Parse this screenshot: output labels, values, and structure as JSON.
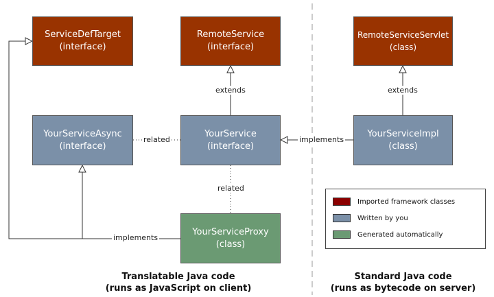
{
  "colors": {
    "framework": "#993300",
    "user": "#7b90a8",
    "generated": "#6b9a73",
    "line": "#333333",
    "divider": "#bbbbbb"
  },
  "boxes": {
    "service_def_target": {
      "name": "ServiceDefTarget",
      "kind": "(interface)"
    },
    "remote_service": {
      "name": "RemoteService",
      "kind": "(interface)"
    },
    "remote_service_servlet": {
      "name": "RemoteServiceServlet",
      "kind": "(class)"
    },
    "your_service_async": {
      "name": "YourServiceAsync",
      "kind": "(interface)"
    },
    "your_service": {
      "name": "YourService",
      "kind": "(interface)"
    },
    "your_service_impl": {
      "name": "YourServiceImpl",
      "kind": "(class)"
    },
    "your_service_proxy": {
      "name": "YourServiceProxy",
      "kind": "(class)"
    }
  },
  "edge_labels": {
    "extends_remote": "extends",
    "extends_servlet": "extends",
    "related_async": "related",
    "implements_impl": "implements",
    "related_proxy": "related",
    "implements_proxy": "implements"
  },
  "legend": {
    "items": [
      {
        "label": "Imported framework classes",
        "color": "#8b0000"
      },
      {
        "label": "Written by you",
        "color": "#7b90a8"
      },
      {
        "label": "Generated automatically",
        "color": "#6b9a73"
      }
    ]
  },
  "regions": {
    "client": {
      "line1": "Translatable Java code",
      "line2": "(runs as JavaScript on client)"
    },
    "server": {
      "line1": "Standard Java code",
      "line2": "(runs as bytecode on server)"
    }
  }
}
